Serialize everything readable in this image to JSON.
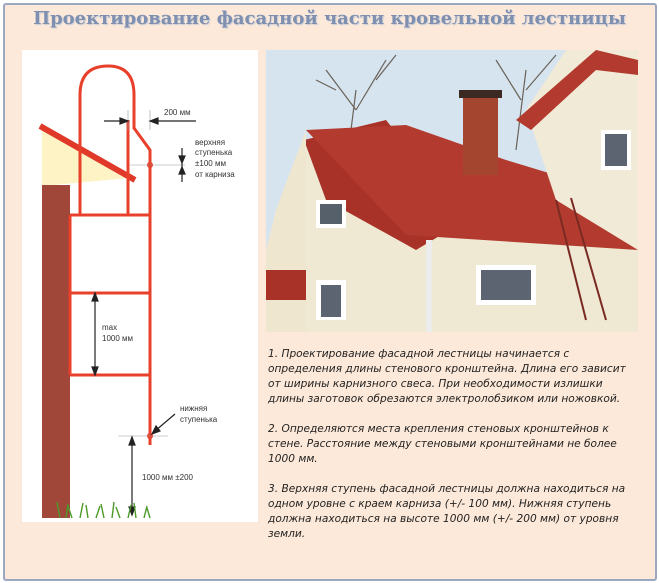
{
  "title": "Проектирование фасадной части кровельной лестницы",
  "diagram": {
    "labels": {
      "width_200": "200 мм",
      "top_step_1": "верхняя",
      "top_step_2": "ступенька",
      "top_step_3": "±100 мм",
      "top_step_4": "от карниза",
      "max_1": "max",
      "max_2": "1000 мм",
      "bottom_step_1": "нижняя",
      "bottom_step_2": "ступенька",
      "ground": "1000 мм ±200"
    },
    "colors": {
      "ladder": "#e8402a",
      "wall": "#a0473a",
      "soffit": "#fdf3c4"
    }
  },
  "paragraphs": [
    "1. Проектирование фасадной лестницы начинается с определения длины стенового кронштейна. Длина его зависит от ширины карнизного свеса. При необходимости излишки длины заготовок обрезаются электролобзиком или ножовкой.",
    "2. Определяются места крепления стеновых кронштейнов к стене. Расстояние между стеновыми кронштейнами не более 1000 мм.",
    "3. Верхняя ступень фасадной лестницы должна находиться на одном уровне с краем карниза (+/- 100 мм). Нижняя ступень должна находиться на высоте 1000 мм (+/- 200 мм) от уровня земли."
  ]
}
